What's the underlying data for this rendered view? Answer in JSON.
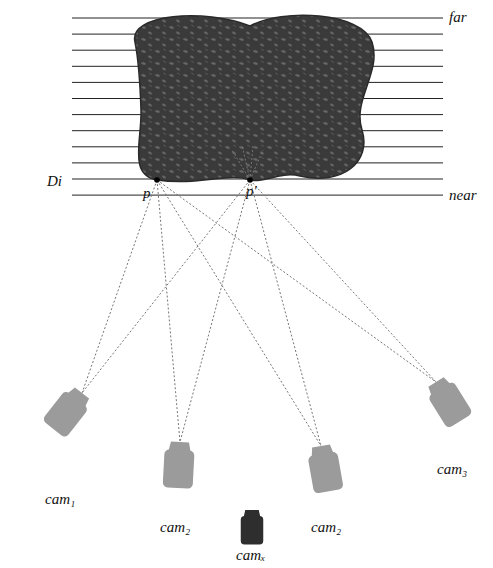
{
  "diagram": {
    "labels": [
      "far",
      "near",
      "Di",
      "p",
      "p′",
      "cam₁",
      "cam₂",
      "cam₂",
      "cam₃",
      "camₓ"
    ]
  }
}
